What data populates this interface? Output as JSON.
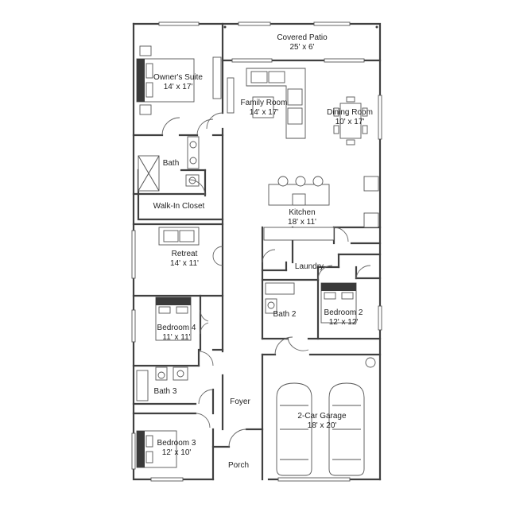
{
  "rooms": {
    "covered_patio": {
      "name": "Covered Patio",
      "size": "25' x 6'"
    },
    "owners_suite": {
      "name": "Owner's Suite",
      "size": "14' x 17'"
    },
    "family_room": {
      "name": "Family Room",
      "size": "14' x 17'"
    },
    "dining_room": {
      "name": "Dining Room",
      "size": "10' x 17'"
    },
    "bath": {
      "name": "Bath"
    },
    "walk_in_closet": {
      "name": "Walk-In Closet"
    },
    "kitchen": {
      "name": "Kitchen",
      "size": "18' x 11'"
    },
    "retreat": {
      "name": "Retreat",
      "size": "14' x 11'"
    },
    "laundry": {
      "name": "Laundry"
    },
    "bath_2": {
      "name": "Bath 2"
    },
    "bedroom_2": {
      "name": "Bedroom 2",
      "size": "12' x 12'"
    },
    "bedroom_4": {
      "name": "Bedroom 4",
      "size": "11' x 11'"
    },
    "bath_3": {
      "name": "Bath 3"
    },
    "foyer": {
      "name": "Foyer"
    },
    "garage": {
      "name": "2-Car Garage",
      "size": "18' x 20'"
    },
    "bedroom_3": {
      "name": "Bedroom 3",
      "size": "12' x 10'"
    },
    "porch": {
      "name": "Porch"
    }
  }
}
